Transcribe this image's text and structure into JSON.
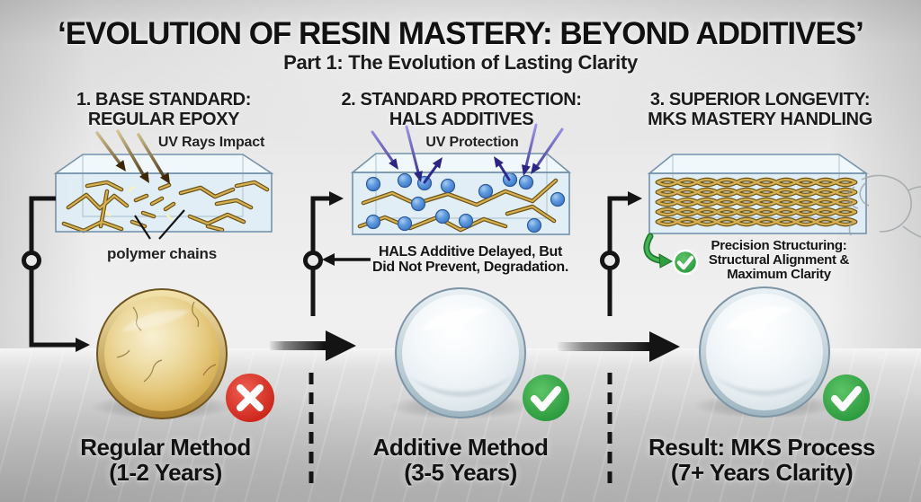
{
  "title": "‘EVOLUTION OF RESIN MASTERY: BEYOND ADDITIVES’",
  "subtitle": "Part 1: The Evolution of Lasting Clarity",
  "stages": [
    {
      "heading1": "1. BASE STANDARD:",
      "heading2": "REGULAR EPOXY",
      "diagram_label": "UV Rays Impact",
      "caption": "polymer chains",
      "result1": "Regular Method",
      "result2": "(1-2 Years)",
      "status": "fail"
    },
    {
      "heading1": "2. STANDARD PROTECTION:",
      "heading2": "HALS ADDITIVES",
      "diagram_label": "UV Protection",
      "note1": "HALS Additive Delayed, But",
      "note2": "Did Not Prevent, Degradation.",
      "result1": "Additive Method",
      "result2": "(3-5 Years)",
      "status": "pass"
    },
    {
      "heading1": "3. SUPERIOR LONGEVITY:",
      "heading2": "MKS MASTERY HANDLING",
      "note1": "Precision Structuring:",
      "note2": "Structural Alignment &",
      "note3": "Maximum Clarity",
      "result1": "Result: MKS Process",
      "result2": "(7+ Years Clarity)",
      "status": "pass"
    }
  ],
  "icons": {
    "fail": "✕",
    "pass": "✓",
    "flow_arrow": "→"
  },
  "colors": {
    "fail_red": "#cc2419",
    "pass_green": "#2fa23c",
    "polymer_gold": "#d7b054",
    "hals_blue": "#4d8bd6",
    "uv_ray_brown": "#3c2606",
    "uv_ray_purple": "#2a2482",
    "connector_black": "#141414",
    "amber_disc": "#e2c77b",
    "clear_disc": "#e7eef2"
  }
}
